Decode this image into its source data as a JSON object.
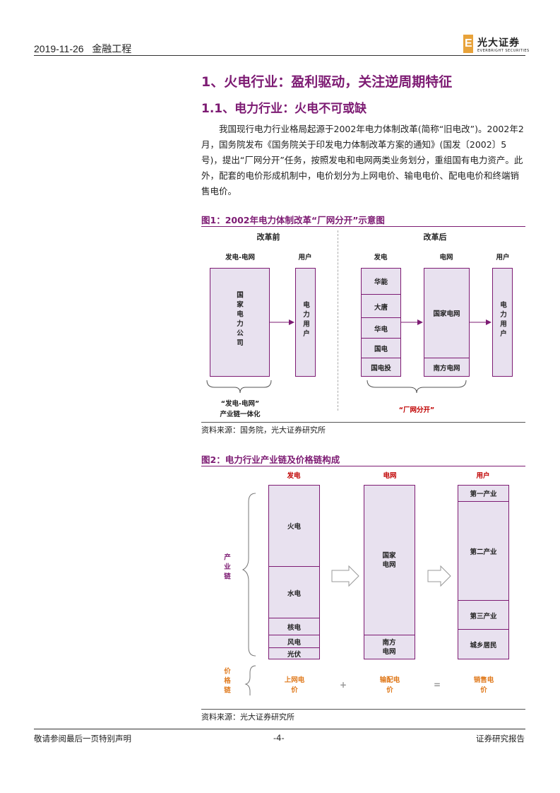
{
  "header": {
    "date": "2019-11-26",
    "category": "金融工程",
    "logo_cn": "光大证券",
    "logo_en": "EVERBRIGHT SECURITIES"
  },
  "section": {
    "h1": "1、火电行业：盈利驱动，关注逆周期特征",
    "h2": "1.1、电力行业：火电不可或缺"
  },
  "paragraph": "我国现行电力行业格局起源于2002年电力体制改革(简称“旧电改”)。2002年2月，国务院发布《国务院关于印发电力体制改革方案的通知》(国发〔2002〕5号)，提出“厂网分开”任务，按照发电和电网两类业务划分，重组国有电力资产。此外，配套的电价形成机制中，电价划分为上网电价、输电电价、配电电价和终端销售电价。",
  "fig1": {
    "title": "图1：2002年电力体制改革“厂网分开”示意图",
    "before": "改革前",
    "after": "改革后",
    "gen_grid": "发电-电网",
    "user": "用户",
    "gen": "发电",
    "grid": "电网",
    "user2": "用户",
    "state_power": "国家电力公司",
    "elec_user": "电力用户",
    "elec_user2": "电力用户",
    "gens": [
      "华能",
      "大唐",
      "华电",
      "国电",
      "国电投"
    ],
    "grids": [
      "国家电网",
      "南方电网"
    ],
    "left_caption1": "“发电-电网”",
    "left_caption2": "产业链一体化",
    "right_caption": "“厂网分开”",
    "source": "资料来源：国务院，光大证券研究所"
  },
  "fig2": {
    "title": "图2：电力行业产业链及价格链构成",
    "col_gen": "发电",
    "col_grid": "电网",
    "col_user": "用户",
    "gens": [
      "火电",
      "水电",
      "核电",
      "风电",
      "光伏"
    ],
    "grids": [
      "国家电网",
      "南方电网"
    ],
    "users": [
      "第一产业",
      "第二产业",
      "第三产业",
      "城乡居民"
    ],
    "chain": "产业链",
    "price_chain": "价格链",
    "price1": "上网电价",
    "plus": "+",
    "price2": "输配电价",
    "equals": "=",
    "price3": "销售电价",
    "source": "资料来源：光大证券研究所"
  },
  "footer": {
    "left": "敬请参阅最后一页特别声明",
    "page": "-4-",
    "right": "证券研究报告"
  }
}
